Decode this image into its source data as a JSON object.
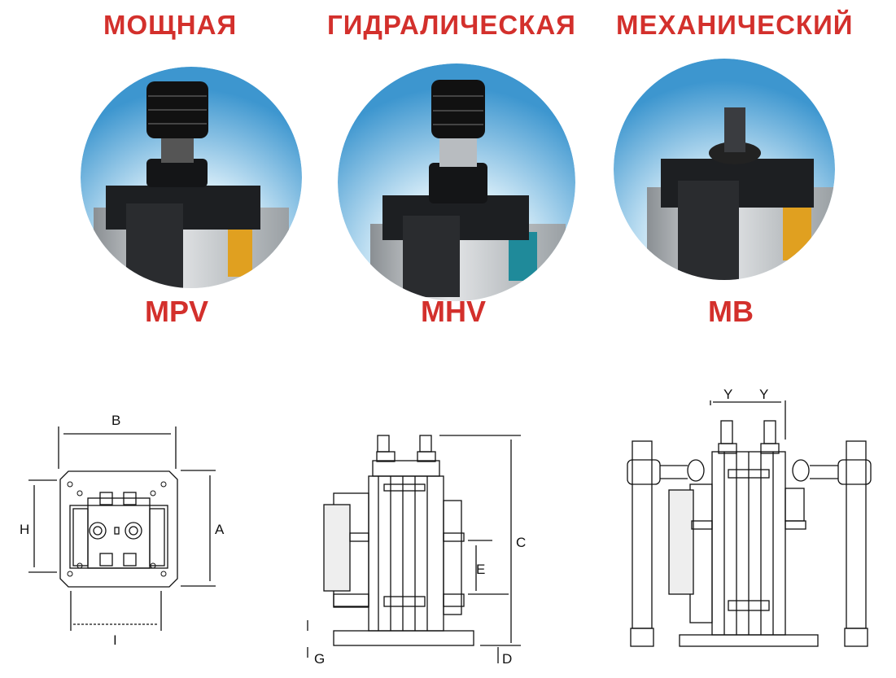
{
  "products": [
    {
      "category": "МОЩНАЯ",
      "model": "MPV"
    },
    {
      "category": "ГИДРАЛИЧЕСКАЯ",
      "model": "MHV"
    },
    {
      "category": "МЕХАНИЧЕСКИЙ",
      "model": "MB"
    }
  ],
  "drawings": {
    "top_view": {
      "labels": {
        "b": "B",
        "a": "A",
        "h": "H",
        "i": "I"
      }
    },
    "side_view": {
      "labels": {
        "c": "C",
        "e": "E",
        "g": "G",
        "d": "D"
      }
    },
    "front_view": {
      "labels": {
        "y1": "Y",
        "y2": "Y"
      }
    }
  },
  "colors": {
    "title": "#d3302c",
    "model": "#d3302c"
  }
}
